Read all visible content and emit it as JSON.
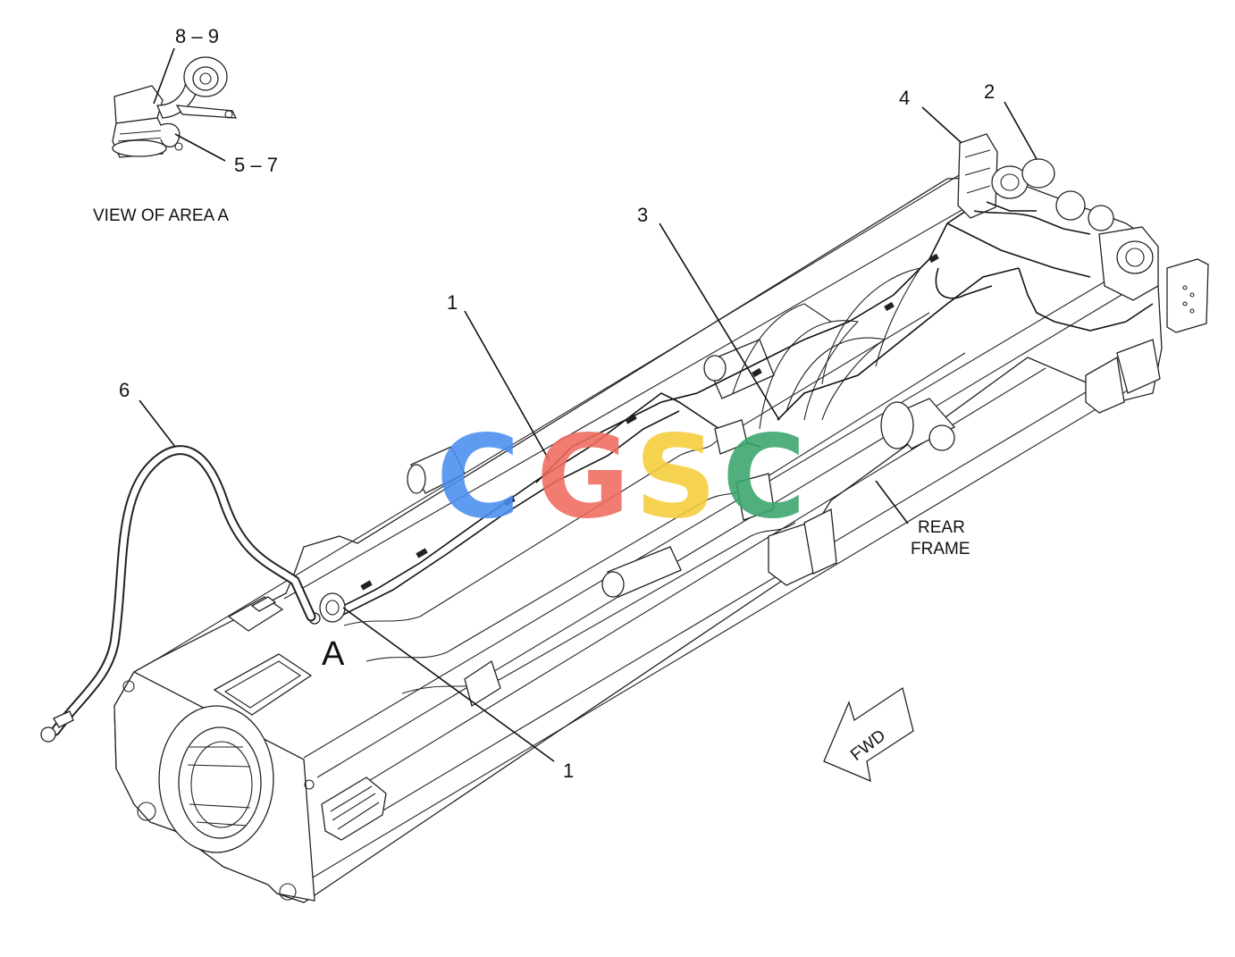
{
  "callouts": {
    "c_8_9": "8 – 9",
    "c_5_7": "5 – 7",
    "c_4": "4",
    "c_2": "2",
    "c_3": "3",
    "c_1_upper": "1",
    "c_6": "6",
    "c_1_lower": "1",
    "area_marker": "A"
  },
  "inset": {
    "caption": "VIEW OF AREA  A"
  },
  "frame_label": {
    "line1": "REAR",
    "line2": "FRAME"
  },
  "direction": {
    "label": "FWD"
  },
  "watermark": {
    "letters": [
      "C",
      "G",
      "S",
      "C"
    ],
    "colors": [
      "#4a8ff0",
      "#ef6a5f",
      "#f5cc3a",
      "#3aa56c"
    ]
  }
}
